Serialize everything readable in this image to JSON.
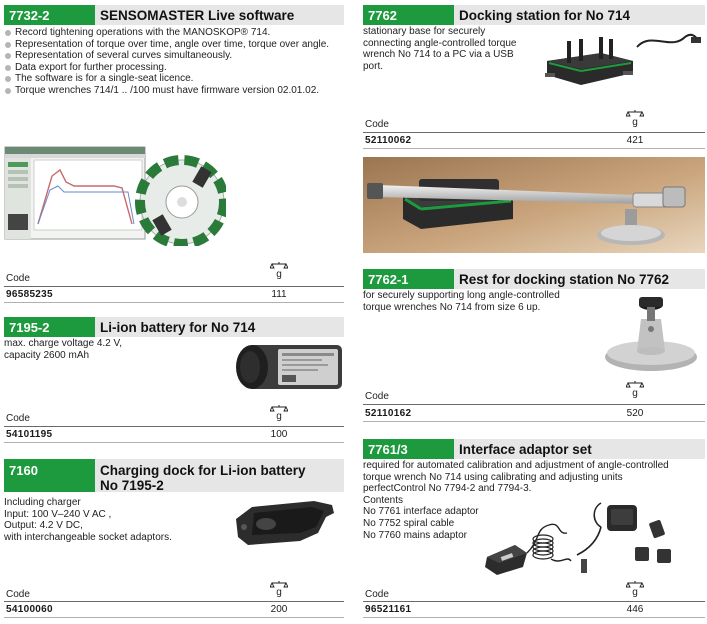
{
  "scale_icon": "scale-icon",
  "colors": {
    "accent": "#1e9a3e",
    "header_bg": "#e6e6e6"
  },
  "products": {
    "p7732": {
      "number": "7732-2",
      "title": "SENSOMASTER Live software",
      "bullets": [
        "Record tightening operations with the MANOSKOP® 714.",
        "Representation of torque over time, angle over time, torque over angle.",
        "Representation of several curves simultaneously.",
        "Data export for further processing.",
        "The software is for a single-seat licence.",
        "Torque wrenches 714/1 .. /100 must have firmware version 02.01.02."
      ],
      "code_label": "Code",
      "unit": "g",
      "code": "96585235",
      "weight": "111"
    },
    "p7195": {
      "number": "7195-2",
      "title": "Li-ion battery for No 714",
      "desc": [
        "max. charge voltage 4.2 V,",
        "capacity 2600 mAh"
      ],
      "code_label": "Code",
      "unit": "g",
      "code": "54101195",
      "weight": "100"
    },
    "p7160": {
      "number": "7160",
      "title_lines": [
        "Charging dock for Li-ion battery",
        "No 7195-2"
      ],
      "desc": [
        "Including charger",
        "Input: 100 V–240 V AC ,",
        "Output: 4.2 V DC,",
        "with interchangeable socket adaptors."
      ],
      "code_label": "Code",
      "unit": "g",
      "code": "54100060",
      "weight": "200"
    },
    "p7762": {
      "number": "7762",
      "title": "Docking station for No 714",
      "desc": [
        "stationary base for securely",
        "connecting angle-controlled torque",
        "wrench No 714 to a PC via a USB",
        "port."
      ],
      "code_label": "Code",
      "unit": "g",
      "code": "52110062",
      "weight": "421"
    },
    "p77621": {
      "number": "7762-1",
      "title": "Rest for docking station No 7762",
      "desc": [
        "for securely supporting long angle-controlled",
        "torque wrenches No 714 from size 6 up."
      ],
      "code_label": "Code",
      "unit": "g",
      "code": "52110162",
      "weight": "520"
    },
    "p7761": {
      "number": "7761/3",
      "title": "Interface adaptor set",
      "desc": [
        "required for automated calibration and adjustment of angle-controlled",
        "torque wrench No 714 using calibrating and adjusting units",
        "perfectControl No 7794-2 and 7794-3.",
        "Contents",
        "No 7761 interface adaptor",
        "No 7752 spiral cable",
        "No 7760 mains adaptor"
      ],
      "code_label": "Code",
      "unit": "g",
      "code": "96521161",
      "weight": "446"
    }
  }
}
